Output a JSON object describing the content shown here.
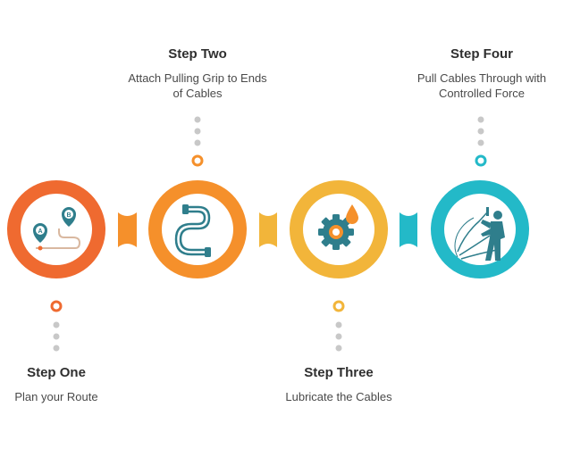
{
  "colors": {
    "step1": "#ef6a30",
    "step2": "#f5902b",
    "step3": "#f2b53a",
    "step4": "#23b9c8",
    "icon": "#2f7e8c",
    "dot": "#c8c8c8",
    "text_title": "#2f2f2f",
    "text_desc": "#4a4a4a"
  },
  "steps": [
    {
      "title": "Step One",
      "description": "Plan your Route",
      "icon": "route-map-pins-icon",
      "pin_labels": [
        "A",
        "B"
      ]
    },
    {
      "title": "Step Two",
      "description_lines": [
        "Attach Pulling Grip to Ends",
        "of Cables"
      ],
      "icon": "cable-grip-icon"
    },
    {
      "title": "Step Three",
      "description": "Lubricate the Cables",
      "icon": "gear-oil-drop-icon"
    },
    {
      "title": "Step Four",
      "description_lines": [
        "Pull Cables Through with",
        "Controlled Force"
      ],
      "icon": "worker-pulling-cable-icon"
    }
  ]
}
